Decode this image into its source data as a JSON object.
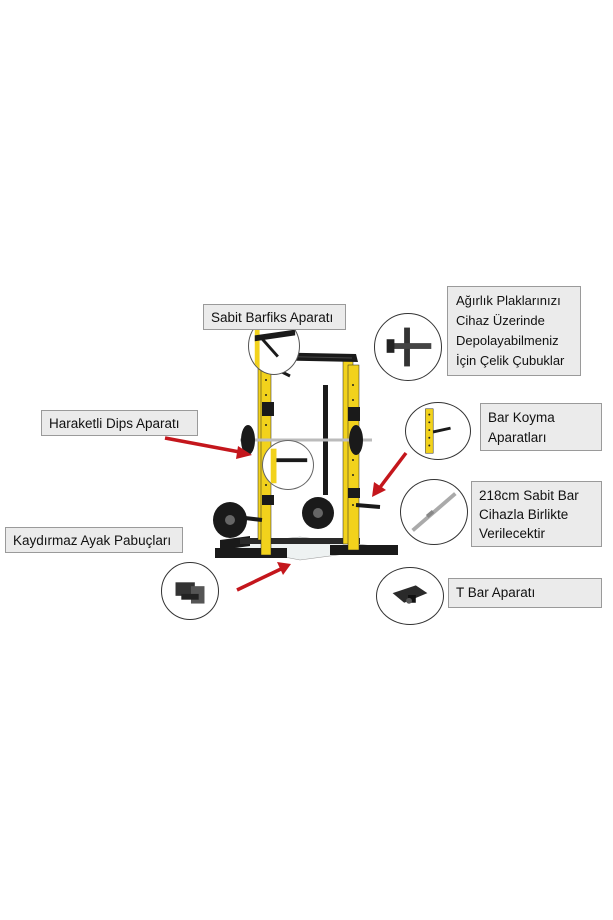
{
  "labels": {
    "barfiks": "Sabit Barfiks Aparatı",
    "plates": "Ağırlık Plaklarınızı\nCihaz Üzerinde\nDepolayabilmeniz\nİçin Çelik Çubuklar",
    "dips": "Haraketli Dips Aparatı",
    "bar_koyma": "Bar Koyma\nAparatları",
    "sabit_bar": "218cm Sabit Bar\nCihazla Birlikte\nVerilecektir",
    "ayak": "Kaydırmaz Ayak Pabuçları",
    "tbar": "T Bar Aparatı"
  },
  "colors": {
    "frame_yellow": "#f2d21c",
    "frame_black": "#1a1a1a",
    "arrow_red": "#c4161c",
    "label_bg": "#ebebeb"
  }
}
